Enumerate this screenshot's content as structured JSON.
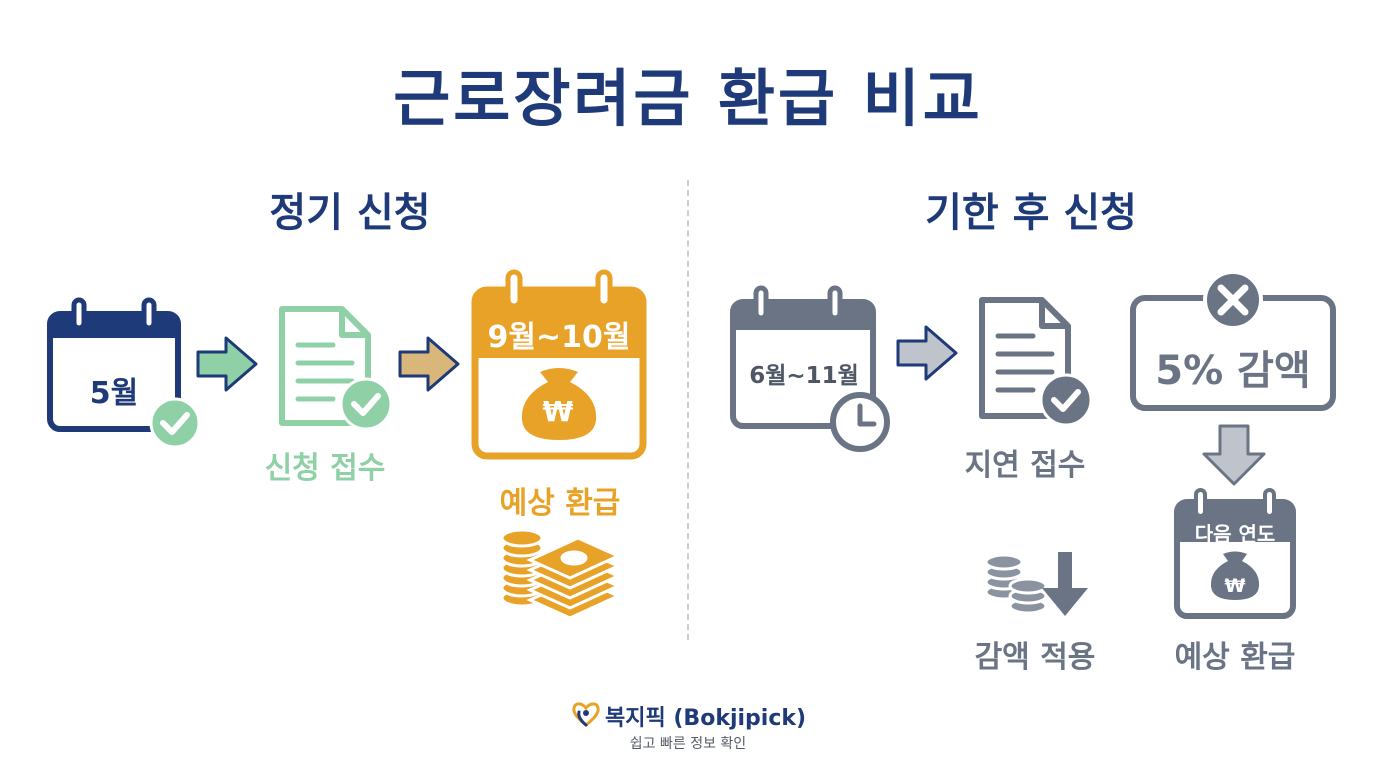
{
  "title": "근로장려금 환급 비교",
  "regular": {
    "heading": "정기 신청",
    "calendar_month": "5월",
    "submit_label": "신청 접수",
    "refund_period": "9월~10월",
    "refund_label": "예상 환급",
    "won_symbol": "₩"
  },
  "late": {
    "heading": "기한 후 신청",
    "calendar_month": "6월~11월",
    "submit_label": "지연 접수",
    "reduction_text": "5% 감액",
    "reduction_label": "감액 적용",
    "next_year": "다음 연도",
    "refund_label": "예상 환급",
    "won_symbol": "₩"
  },
  "footer": {
    "brand": "복지픽 (Bokjipick)",
    "tagline": "쉽고 빠른 정보 확인"
  },
  "colors": {
    "navy": "#1e3a78",
    "green": "#8fd0a6",
    "orange": "#e8a227",
    "gray": "#6b7485",
    "light_gray": "#9aa1ad"
  }
}
